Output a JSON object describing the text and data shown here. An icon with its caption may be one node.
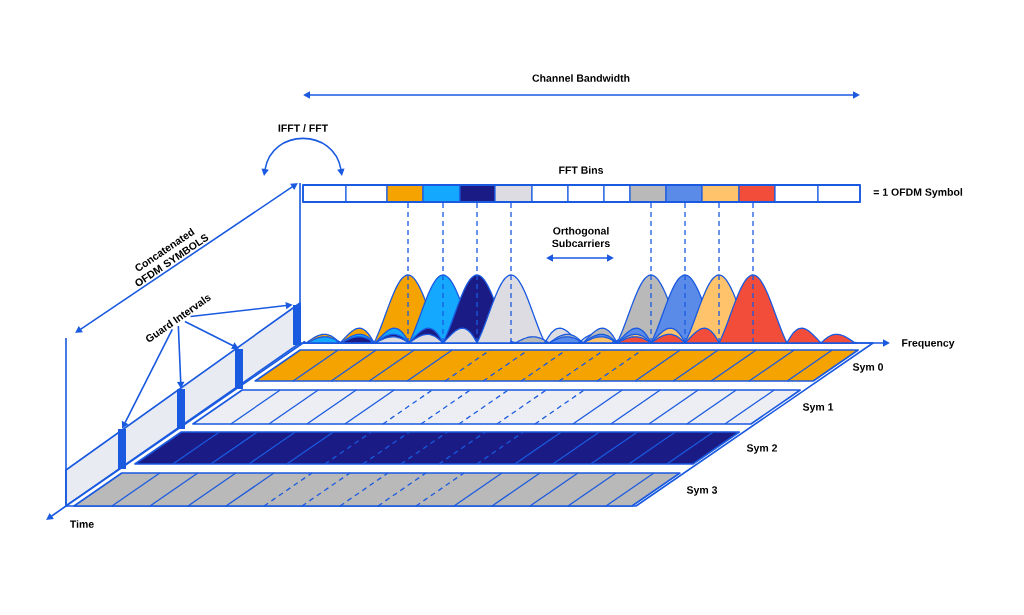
{
  "diagram": {
    "nodes": [
      {
        "text": [
          "Guard Intervals"
        ]
      },
      {
        "text": [],
        "shape": "bar"
      },
      {
        "text": [],
        "shape": "bar"
      },
      {
        "text": [],
        "shape": "bar"
      },
      {
        "text": [],
        "shape": "bar"
      }
    ],
    "edges": [
      {
        "from": 0,
        "to": 1,
        "arrow": "to"
      },
      {
        "from": 0,
        "to": 2,
        "arrow": "to"
      },
      {
        "from": 0,
        "to": 3,
        "arrow": "to"
      },
      {
        "from": 0,
        "to": 4,
        "arrow": "to"
      }
    ],
    "labels": [
      "Channel Bandwidth",
      "IFFT / FFT",
      "FFT Bins",
      "= 1 OFDM Symbol",
      "Concatenated OFDM SYMBOLS",
      "Orthogonal Subcarriers",
      "Frequency",
      "Sym 0",
      "Sym 1",
      "Sym 2",
      "Sym 3",
      "Time"
    ]
  }
}
